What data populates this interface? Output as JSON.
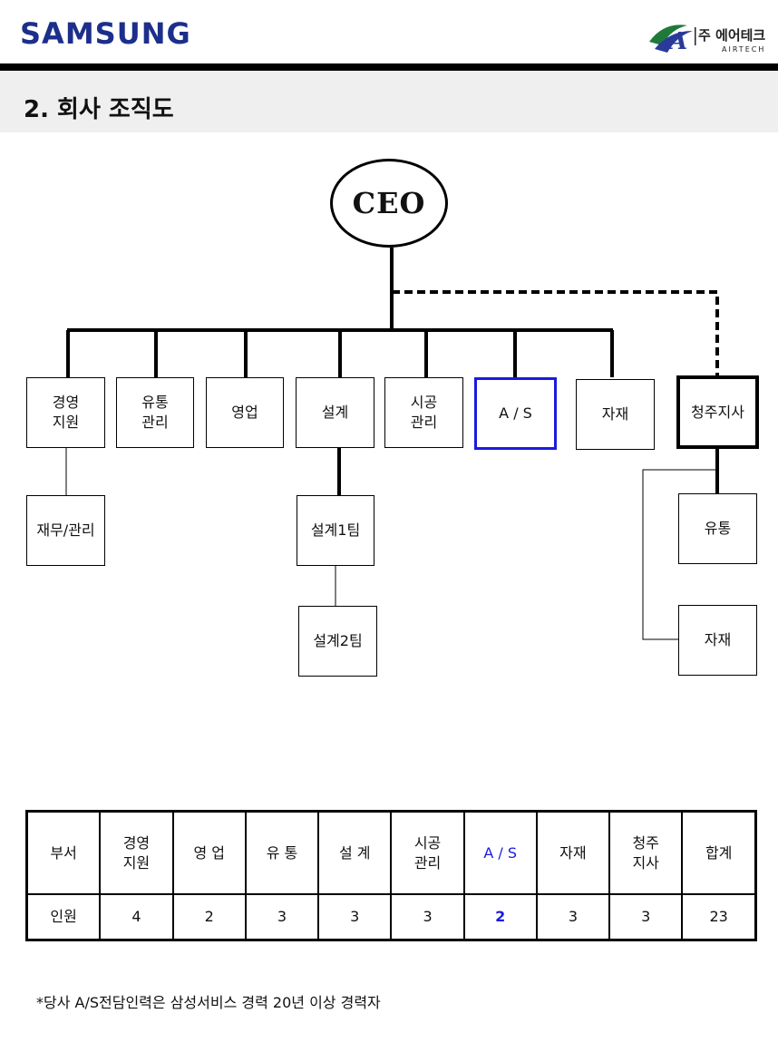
{
  "header": {
    "brand": "SAMSUNG",
    "partner_logo_korean": "주 에어테크",
    "partner_logo_english": "AIRTECH",
    "partner_logo_mark": "A"
  },
  "title": "2. 회사 조직도",
  "org": {
    "ceo": "CEO",
    "departments": [
      {
        "label": "경영\n지원"
      },
      {
        "label": "유통\n관리"
      },
      {
        "label": "영업"
      },
      {
        "label": "설계"
      },
      {
        "label": "시공\n관리"
      },
      {
        "label": "A / S"
      },
      {
        "label": "자재"
      },
      {
        "label": "청주지사"
      }
    ],
    "sub_units": {
      "finance": "재무/관리",
      "design_team1": "설계1팀",
      "design_team2": "설계2팀",
      "branch_distribution": "유통",
      "branch_materials": "자재"
    }
  },
  "staff_table": {
    "header": [
      "부서",
      "경영\n지원",
      "영 업",
      "유 통",
      "설 계",
      "시공\n관리",
      "A / S",
      "자재",
      "청주\n지사",
      "합계"
    ],
    "row": [
      "인원",
      "4",
      "2",
      "3",
      "3",
      "3",
      "2",
      "3",
      "3",
      "23"
    ]
  },
  "footnote": "*당사 A/S전담인력은 삼성서비스 경력 20년 이상 경력자",
  "colors": {
    "brand_blue": "#1c2f8a",
    "highlight_blue": "#1a1ae0"
  }
}
